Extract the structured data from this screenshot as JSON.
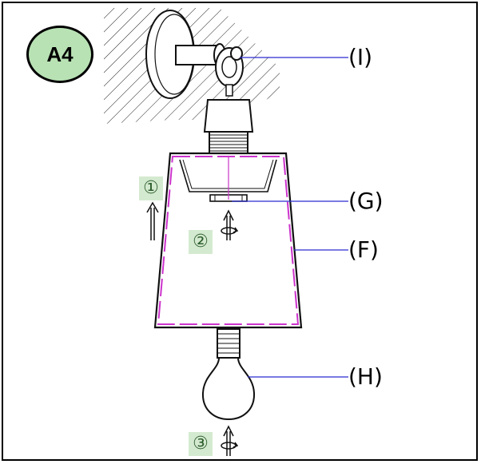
{
  "badge": {
    "label": "A4"
  },
  "callouts": {
    "I": "(I)",
    "G": "(G)",
    "F": "(F)",
    "H": "(H)"
  },
  "steps": {
    "one": "①",
    "two": "②",
    "three": "③"
  },
  "colors": {
    "leader_line": "#2a2ad0",
    "shade_outline": "#cc33cc",
    "badge_fill": "#b8e2b4",
    "step_fill": "#d4ead0"
  }
}
